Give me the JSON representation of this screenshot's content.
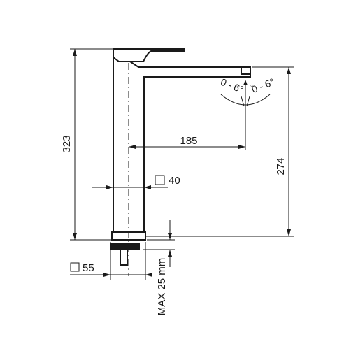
{
  "drawing": {
    "dimensions": {
      "total_height": "323",
      "spout_height": "274",
      "spout_reach": "185",
      "body_square": "40",
      "base_square": "55",
      "max_thickness": "MAX 25 mm"
    },
    "angles": {
      "left": "0 - 6°",
      "right": "0 - 6°",
      "marker_left": "6°",
      "marker_right": "6°"
    },
    "symbols": {
      "square": "square-section-icon"
    },
    "colors": {
      "line": "#1a1a1a",
      "background": "#ffffff"
    }
  }
}
